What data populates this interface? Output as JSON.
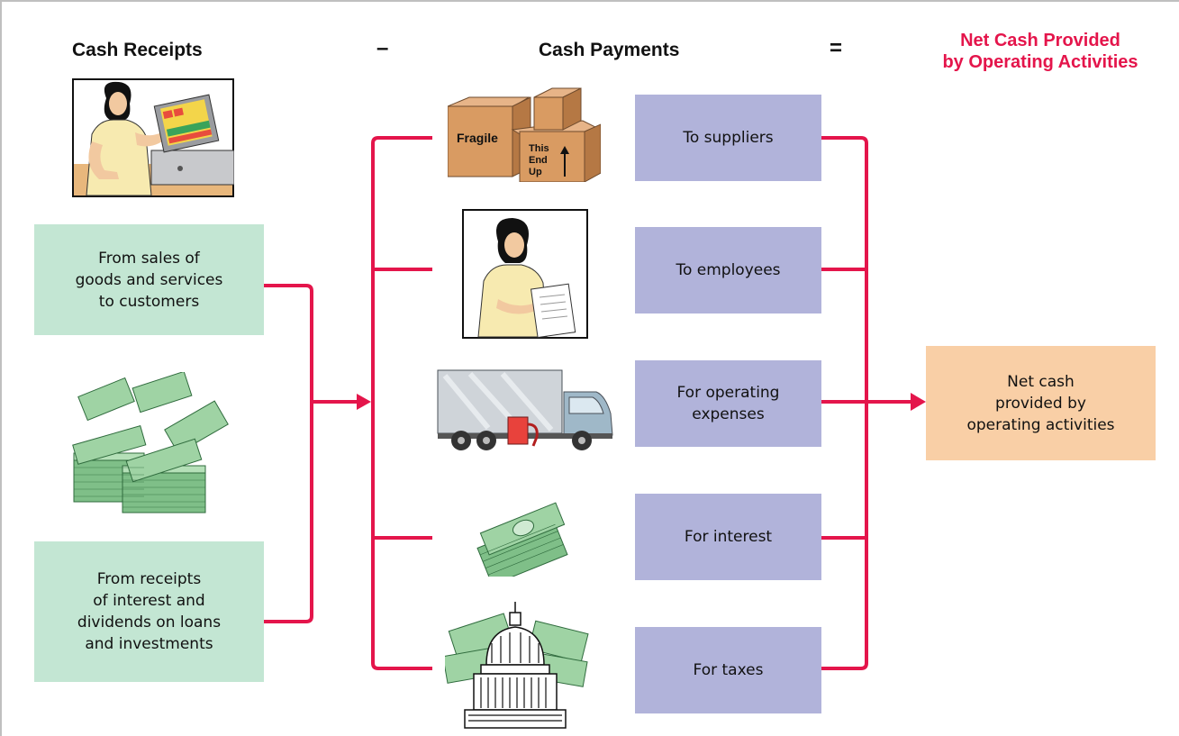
{
  "headers": {
    "receipts": "Cash Receipts",
    "minus": "–",
    "payments": "Cash Payments",
    "equals": "=",
    "net_line1": "Net Cash Provided",
    "net_line2": "by Operating Activities"
  },
  "receipts": [
    {
      "lines": [
        "From sales of",
        "goods and services",
        "to customers"
      ]
    },
    {
      "lines": [
        "From receipts",
        "of interest and",
        "dividends on loans",
        "and investments"
      ]
    }
  ],
  "payments": [
    {
      "lines": [
        "To suppliers"
      ]
    },
    {
      "lines": [
        "To employees"
      ]
    },
    {
      "lines": [
        "For operating",
        "expenses"
      ]
    },
    {
      "lines": [
        "For interest"
      ]
    },
    {
      "lines": [
        "For taxes"
      ]
    }
  ],
  "result": {
    "lines": [
      "Net cash",
      "provided by",
      "operating activities"
    ]
  },
  "illustrations": {
    "boxes_fragile": "Fragile",
    "boxes_this": "This",
    "boxes_end": "End",
    "boxes_up": "Up"
  },
  "colors": {
    "accent_red": "#e4154b",
    "receipt_box": "#c3e6d3",
    "payment_box": "#b1b3da",
    "result_box": "#f9cfa6"
  }
}
